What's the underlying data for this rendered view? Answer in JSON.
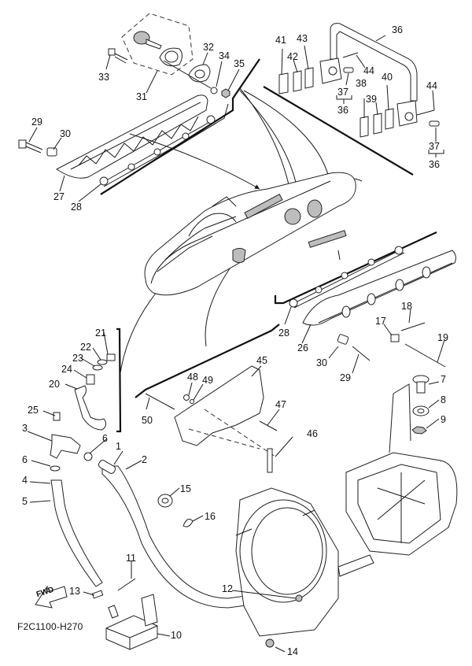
{
  "diagram": {
    "title": "Hull & hood / jet pump exploded parts diagram",
    "figure_code": "F2C1100-H270",
    "direction_arrow_label": "FWD",
    "callouts": [
      {
        "id": "c1",
        "label": "1"
      },
      {
        "id": "c2",
        "label": "2"
      },
      {
        "id": "c3",
        "label": "3"
      },
      {
        "id": "c4",
        "label": "4"
      },
      {
        "id": "c5",
        "label": "5"
      },
      {
        "id": "c6a",
        "label": "6"
      },
      {
        "id": "c6b",
        "label": "6"
      },
      {
        "id": "c7",
        "label": "7"
      },
      {
        "id": "c8",
        "label": "8"
      },
      {
        "id": "c9",
        "label": "9"
      },
      {
        "id": "c10",
        "label": "10"
      },
      {
        "id": "c11",
        "label": "11"
      },
      {
        "id": "c12",
        "label": "12"
      },
      {
        "id": "c13",
        "label": "13"
      },
      {
        "id": "c14",
        "label": "14"
      },
      {
        "id": "c15",
        "label": "15"
      },
      {
        "id": "c16",
        "label": "16"
      },
      {
        "id": "c17",
        "label": "17"
      },
      {
        "id": "c18",
        "label": "18"
      },
      {
        "id": "c19",
        "label": "19"
      },
      {
        "id": "c20",
        "label": "20"
      },
      {
        "id": "c21",
        "label": "21"
      },
      {
        "id": "c22",
        "label": "22"
      },
      {
        "id": "c23",
        "label": "23"
      },
      {
        "id": "c24",
        "label": "24"
      },
      {
        "id": "c25",
        "label": "25"
      },
      {
        "id": "c26",
        "label": "26"
      },
      {
        "id": "c27",
        "label": "27"
      },
      {
        "id": "c28a",
        "label": "28"
      },
      {
        "id": "c28b",
        "label": "28"
      },
      {
        "id": "c29a",
        "label": "29"
      },
      {
        "id": "c29b",
        "label": "29"
      },
      {
        "id": "c30a",
        "label": "30"
      },
      {
        "id": "c30b",
        "label": "30"
      },
      {
        "id": "c31",
        "label": "31"
      },
      {
        "id": "c32",
        "label": "32"
      },
      {
        "id": "c33",
        "label": "33"
      },
      {
        "id": "c34",
        "label": "34"
      },
      {
        "id": "c35",
        "label": "35"
      },
      {
        "id": "c36",
        "label": "36"
      },
      {
        "id": "c37a",
        "label": "37"
      },
      {
        "id": "c36a",
        "label": "36"
      },
      {
        "id": "c37b",
        "label": "37"
      },
      {
        "id": "c36b",
        "label": "36"
      },
      {
        "id": "c38",
        "label": "38"
      },
      {
        "id": "c39",
        "label": "39"
      },
      {
        "id": "c40",
        "label": "40"
      },
      {
        "id": "c41",
        "label": "41"
      },
      {
        "id": "c42",
        "label": "42"
      },
      {
        "id": "c43",
        "label": "43"
      },
      {
        "id": "c44a",
        "label": "44"
      },
      {
        "id": "c44b",
        "label": "44"
      },
      {
        "id": "c45",
        "label": "45"
      },
      {
        "id": "c46",
        "label": "46"
      },
      {
        "id": "c47",
        "label": "47"
      },
      {
        "id": "c48",
        "label": "48"
      },
      {
        "id": "c49",
        "label": "49"
      },
      {
        "id": "c50",
        "label": "50"
      }
    ]
  }
}
